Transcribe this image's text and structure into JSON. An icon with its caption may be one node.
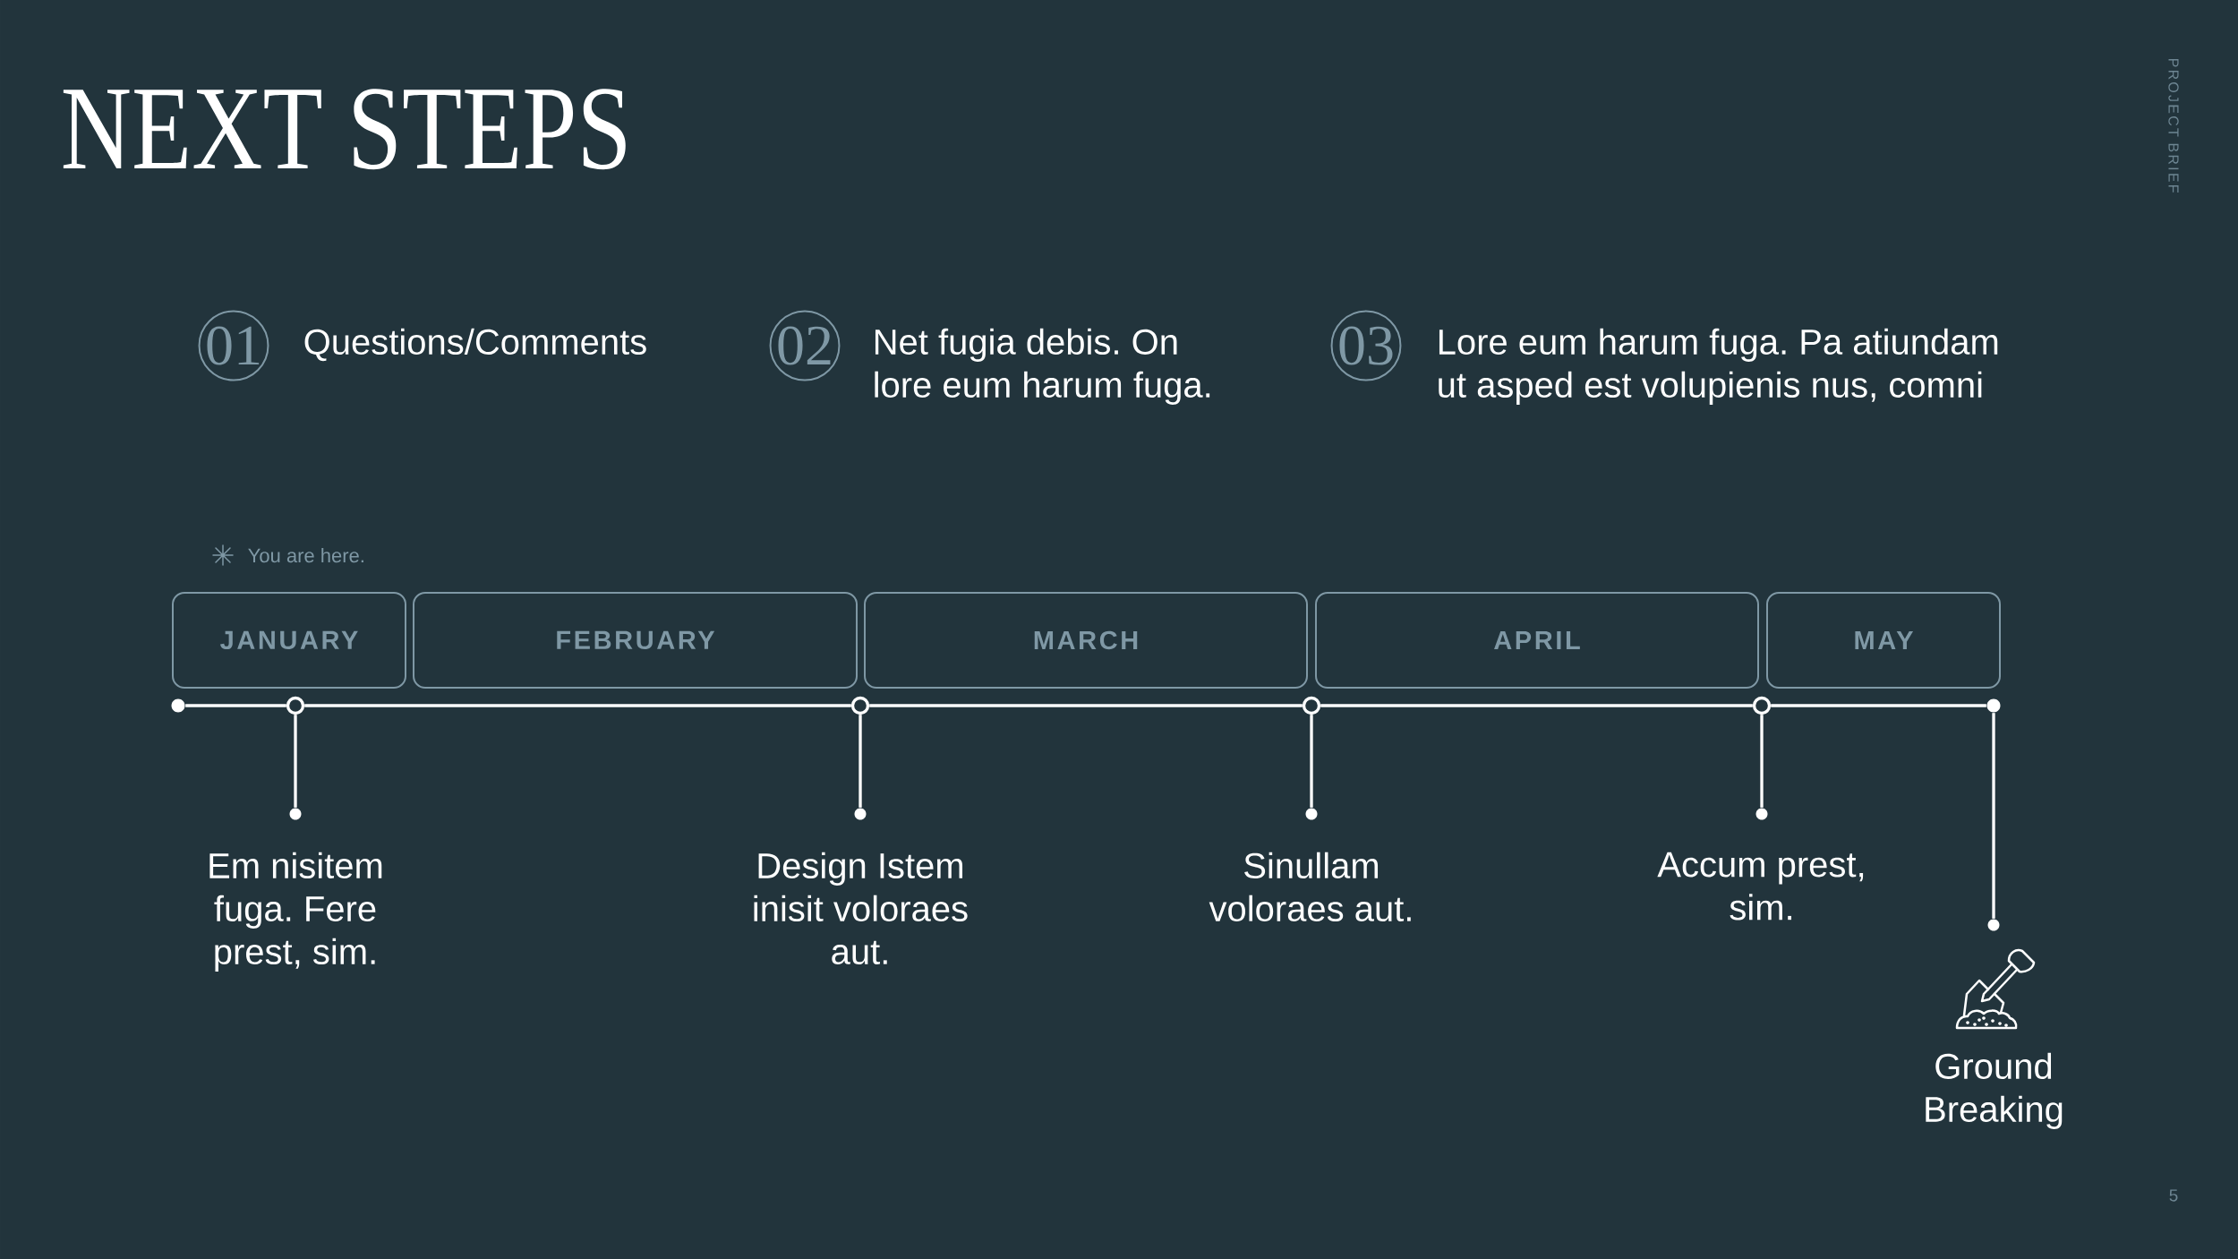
{
  "diagram": {
    "title": "NEXT STEPS",
    "nodes": [
      {
        "text": [
          "01"
        ],
        "beside": [
          "Questions/Comments"
        ]
      },
      {
        "text": [
          "02"
        ],
        "beside": [
          "Net fugia debis. On lore eum harum fuga."
        ]
      },
      {
        "text": [
          "03"
        ],
        "beside": [
          "Lore eum harum fuga. Pa atiundam ut asped est volupienis nus, comni"
        ]
      },
      {
        "text": [
          "JANUARY"
        ]
      },
      {
        "text": [
          "FEBRUARY"
        ]
      },
      {
        "text": [
          "MARCH"
        ]
      },
      {
        "text": [
          "APRIL"
        ]
      },
      {
        "text": [
          "MAY"
        ]
      },
      {
        "text": [],
        "shape": "dot"
      },
      {
        "text": [],
        "shape": "circle"
      },
      {
        "text": [],
        "shape": "circle"
      },
      {
        "text": [],
        "shape": "circle"
      },
      {
        "text": [],
        "shape": "circle"
      },
      {
        "text": [],
        "shape": "dot"
      },
      {
        "text": [],
        "shape": "dot",
        "beside": [
          "Em nisitem fuga. Fere prest, sim."
        ]
      },
      {
        "text": [],
        "shape": "dot",
        "beside": [
          "Design Istem inisit voloraes aut."
        ]
      },
      {
        "text": [],
        "shape": "dot",
        "beside": [
          "Sinullam voloraes aut."
        ]
      },
      {
        "text": [],
        "shape": "dot",
        "beside": [
          "Accum prest, sim."
        ]
      },
      {
        "text": [],
        "shape": "dot",
        "beside": [
          "Ground Breaking"
        ]
      }
    ],
    "edges": [
      {
        "from": 8,
        "to": 9,
        "arrow": "none"
      },
      {
        "from": 9,
        "to": 10,
        "arrow": "none"
      },
      {
        "from": 10,
        "to": 11,
        "arrow": "none"
      },
      {
        "from": 11,
        "to": 12,
        "arrow": "none"
      },
      {
        "from": 12,
        "to": 13,
        "arrow": "none"
      },
      {
        "from": 9,
        "to": 14,
        "arrow": "none"
      },
      {
        "from": 10,
        "to": 15,
        "arrow": "none"
      },
      {
        "from": 11,
        "to": 16,
        "arrow": "none"
      },
      {
        "from": 12,
        "to": 17,
        "arrow": "none"
      },
      {
        "from": 13,
        "to": 18,
        "arrow": "none"
      }
    ],
    "labels": [
      "You are here.",
      "PROJECT BRIEF",
      "5"
    ]
  }
}
